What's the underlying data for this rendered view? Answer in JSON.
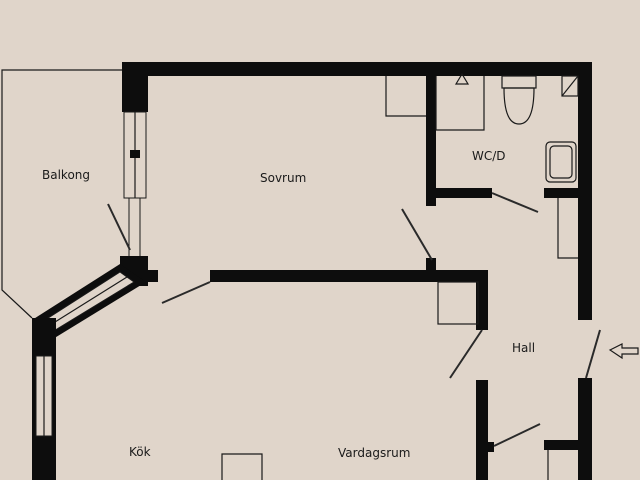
{
  "rooms": {
    "balkong": "Balkong",
    "sovrum": "Sovrum",
    "wc": "WC/D",
    "hall": "Hall",
    "kok": "Kök",
    "vardagsrum": "Vardagsrum"
  },
  "colors": {
    "background": "#e0d5ca",
    "wall": "#0d0d0d"
  },
  "icons": {
    "entrance": "entrance-arrow-icon"
  }
}
